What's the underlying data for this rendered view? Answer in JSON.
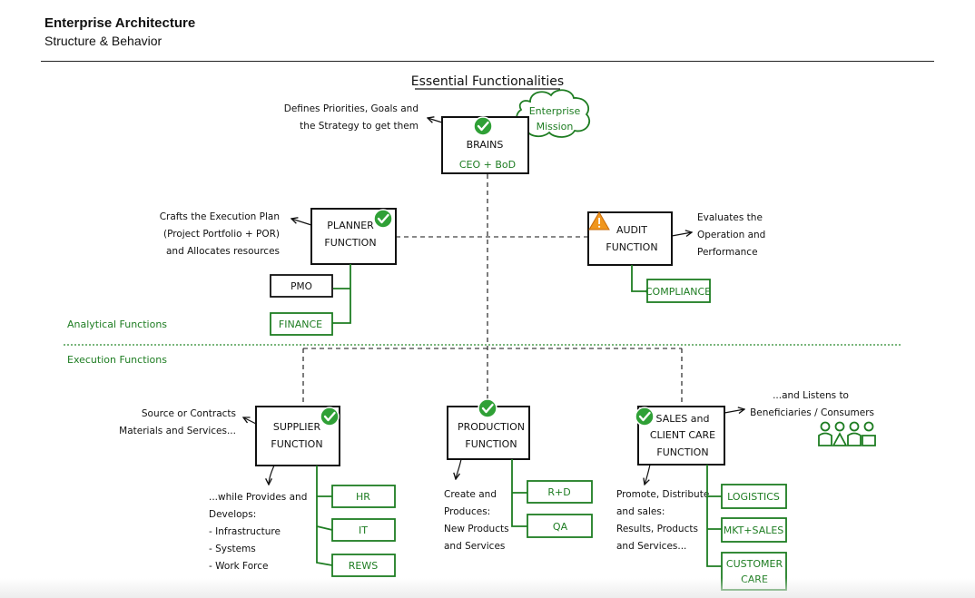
{
  "header": {
    "title": "Enterprise Architecture",
    "subtitle": "Structure & Behavior"
  },
  "diagram": {
    "title": "Essential Functionalities",
    "sections": {
      "analytical": "Analytical Functions",
      "execution": "Execution Functions"
    },
    "cloud": {
      "line1": "Enterprise",
      "line2": "Mission"
    },
    "brains": {
      "name": "BRAINS",
      "sub": "CEO + BoD",
      "note": [
        "Defines Priorities, Goals and",
        "the Strategy to get them"
      ]
    },
    "planner": {
      "line1": "PLANNER",
      "line2": "FUNCTION",
      "note": [
        "Crafts the Execution Plan",
        "(Project Portfolio + POR)",
        "and Allocates resources"
      ],
      "children": [
        "PMO",
        "FINANCE"
      ]
    },
    "audit": {
      "line1": "AUDIT",
      "line2": "FUNCTION",
      "note": [
        "Evaluates the",
        "Operation and",
        "Performance"
      ],
      "children": [
        "COMPLIANCE"
      ]
    },
    "supplier": {
      "line1": "SUPPLIER",
      "line2": "FUNCTION",
      "note": [
        "Source or Contracts",
        "Materials and Services..."
      ],
      "below": [
        "...while Provides and",
        "Develops:",
        "- Infrastructure",
        "- Systems",
        "- Work Force"
      ],
      "children": [
        "HR",
        "IT",
        "REWS"
      ]
    },
    "production": {
      "line1": "PRODUCTION",
      "line2": "FUNCTION",
      "below": [
        "Create and",
        "Produces:",
        "New Products",
        "and Services"
      ],
      "children": [
        "R+D",
        "QA"
      ]
    },
    "sales": {
      "line1": "SALES and",
      "line2": "CLIENT CARE",
      "line3": "FUNCTION",
      "note": [
        "...and Listens to",
        "Beneficiaries / Consumers"
      ],
      "below": [
        "Promote, Distribute",
        "and sales:",
        "Results, Products",
        "and Services..."
      ],
      "children": [
        "LOGISTICS",
        "MKT+SALES",
        "CUSTOMER",
        "CARE"
      ]
    },
    "icons": {
      "check": "check-circle-icon",
      "warning": "warning-triangle-icon",
      "people": "people-group-icon"
    },
    "colors": {
      "ink": "#111111",
      "green": "#1e7d22",
      "check_green": "#2fa036",
      "warning_orange": "#f0961e"
    }
  }
}
